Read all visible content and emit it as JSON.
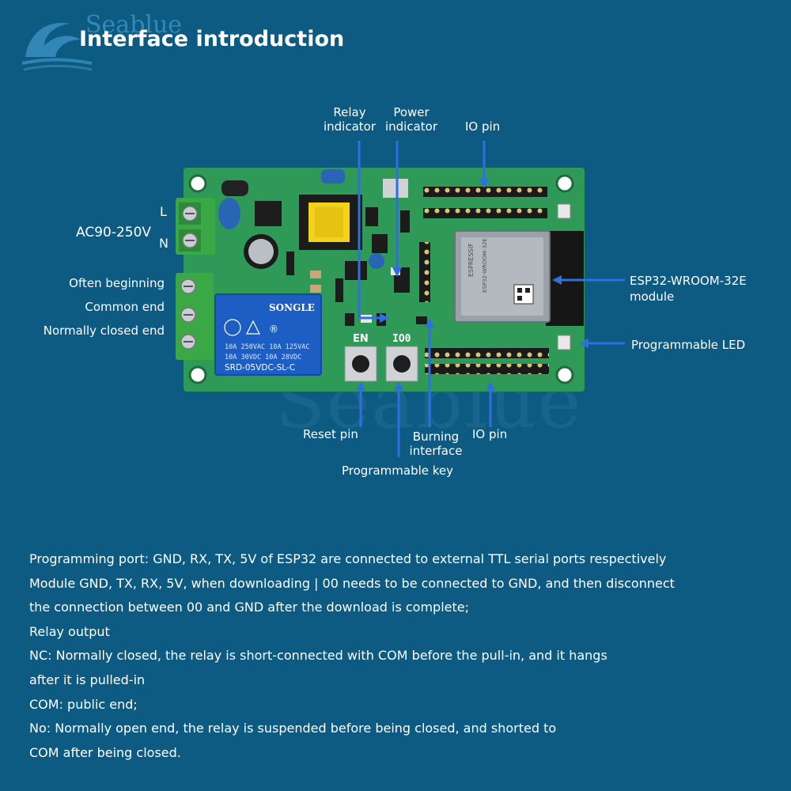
{
  "brand": {
    "logo_text": "Seablue",
    "watermark_text": "Seablue"
  },
  "header": {
    "title": "Interface introduction"
  },
  "board": {
    "relay_markings": [
      "SONGLE",
      "10A 250VAC  10A 125VAC",
      "10A  30VDC  10A 28VDC",
      "SRD-05VDC-SL-C"
    ],
    "button_labels": {
      "en": "EN",
      "io0": "IO0"
    },
    "module_markings": [
      "ESPRESSIF",
      "ESP32-WROOM-32E"
    ],
    "colors": {
      "pcb": "#2f9a57",
      "pcb_dark": "#237a44",
      "relay": "#1d5ec4",
      "terminal": "#3aa845",
      "module": "#9aa1a8",
      "transformer": "#f2d21a",
      "arrow": "#2f6fe0",
      "background": "#0d5a82"
    }
  },
  "labels": {
    "input_power": "AC90-250V",
    "l": "L",
    "n": "N",
    "often_beginning": "Often beginning",
    "common_end": "Common end",
    "normally_closed_end": "Normally closed end",
    "relay_indicator": [
      "Relay",
      "indicator"
    ],
    "power_indicator": [
      "Power",
      "indicator"
    ],
    "io_pin_top": "IO pin",
    "esp_module": [
      "ESP32-WROOM-32E",
      "module"
    ],
    "programmable_led": "Programmable LED",
    "reset_pin": "Reset pin",
    "burning_interface": [
      "Burning",
      "interface"
    ],
    "io_pin_bottom": "IO pin",
    "programmable_key": "Programmable key"
  },
  "description": [
    "Programming port: GND, RX, TX, 5V of ESP32 are connected to external TTL serial ports respectively",
    "Module GND, TX, RX, 5V, when downloading | 00 needs to be connected to GND, and then disconnect",
    "the connection between 00 and GND after the download is complete;",
    "Relay output",
    "NC: Normally closed, the relay is short-connected with COM before the pull-in, and it hangs",
    "after it is pulled-in",
    "COM: public end;",
    "No: Normally open end, the relay is suspended before being closed, and shorted to",
    "COM after being closed."
  ]
}
